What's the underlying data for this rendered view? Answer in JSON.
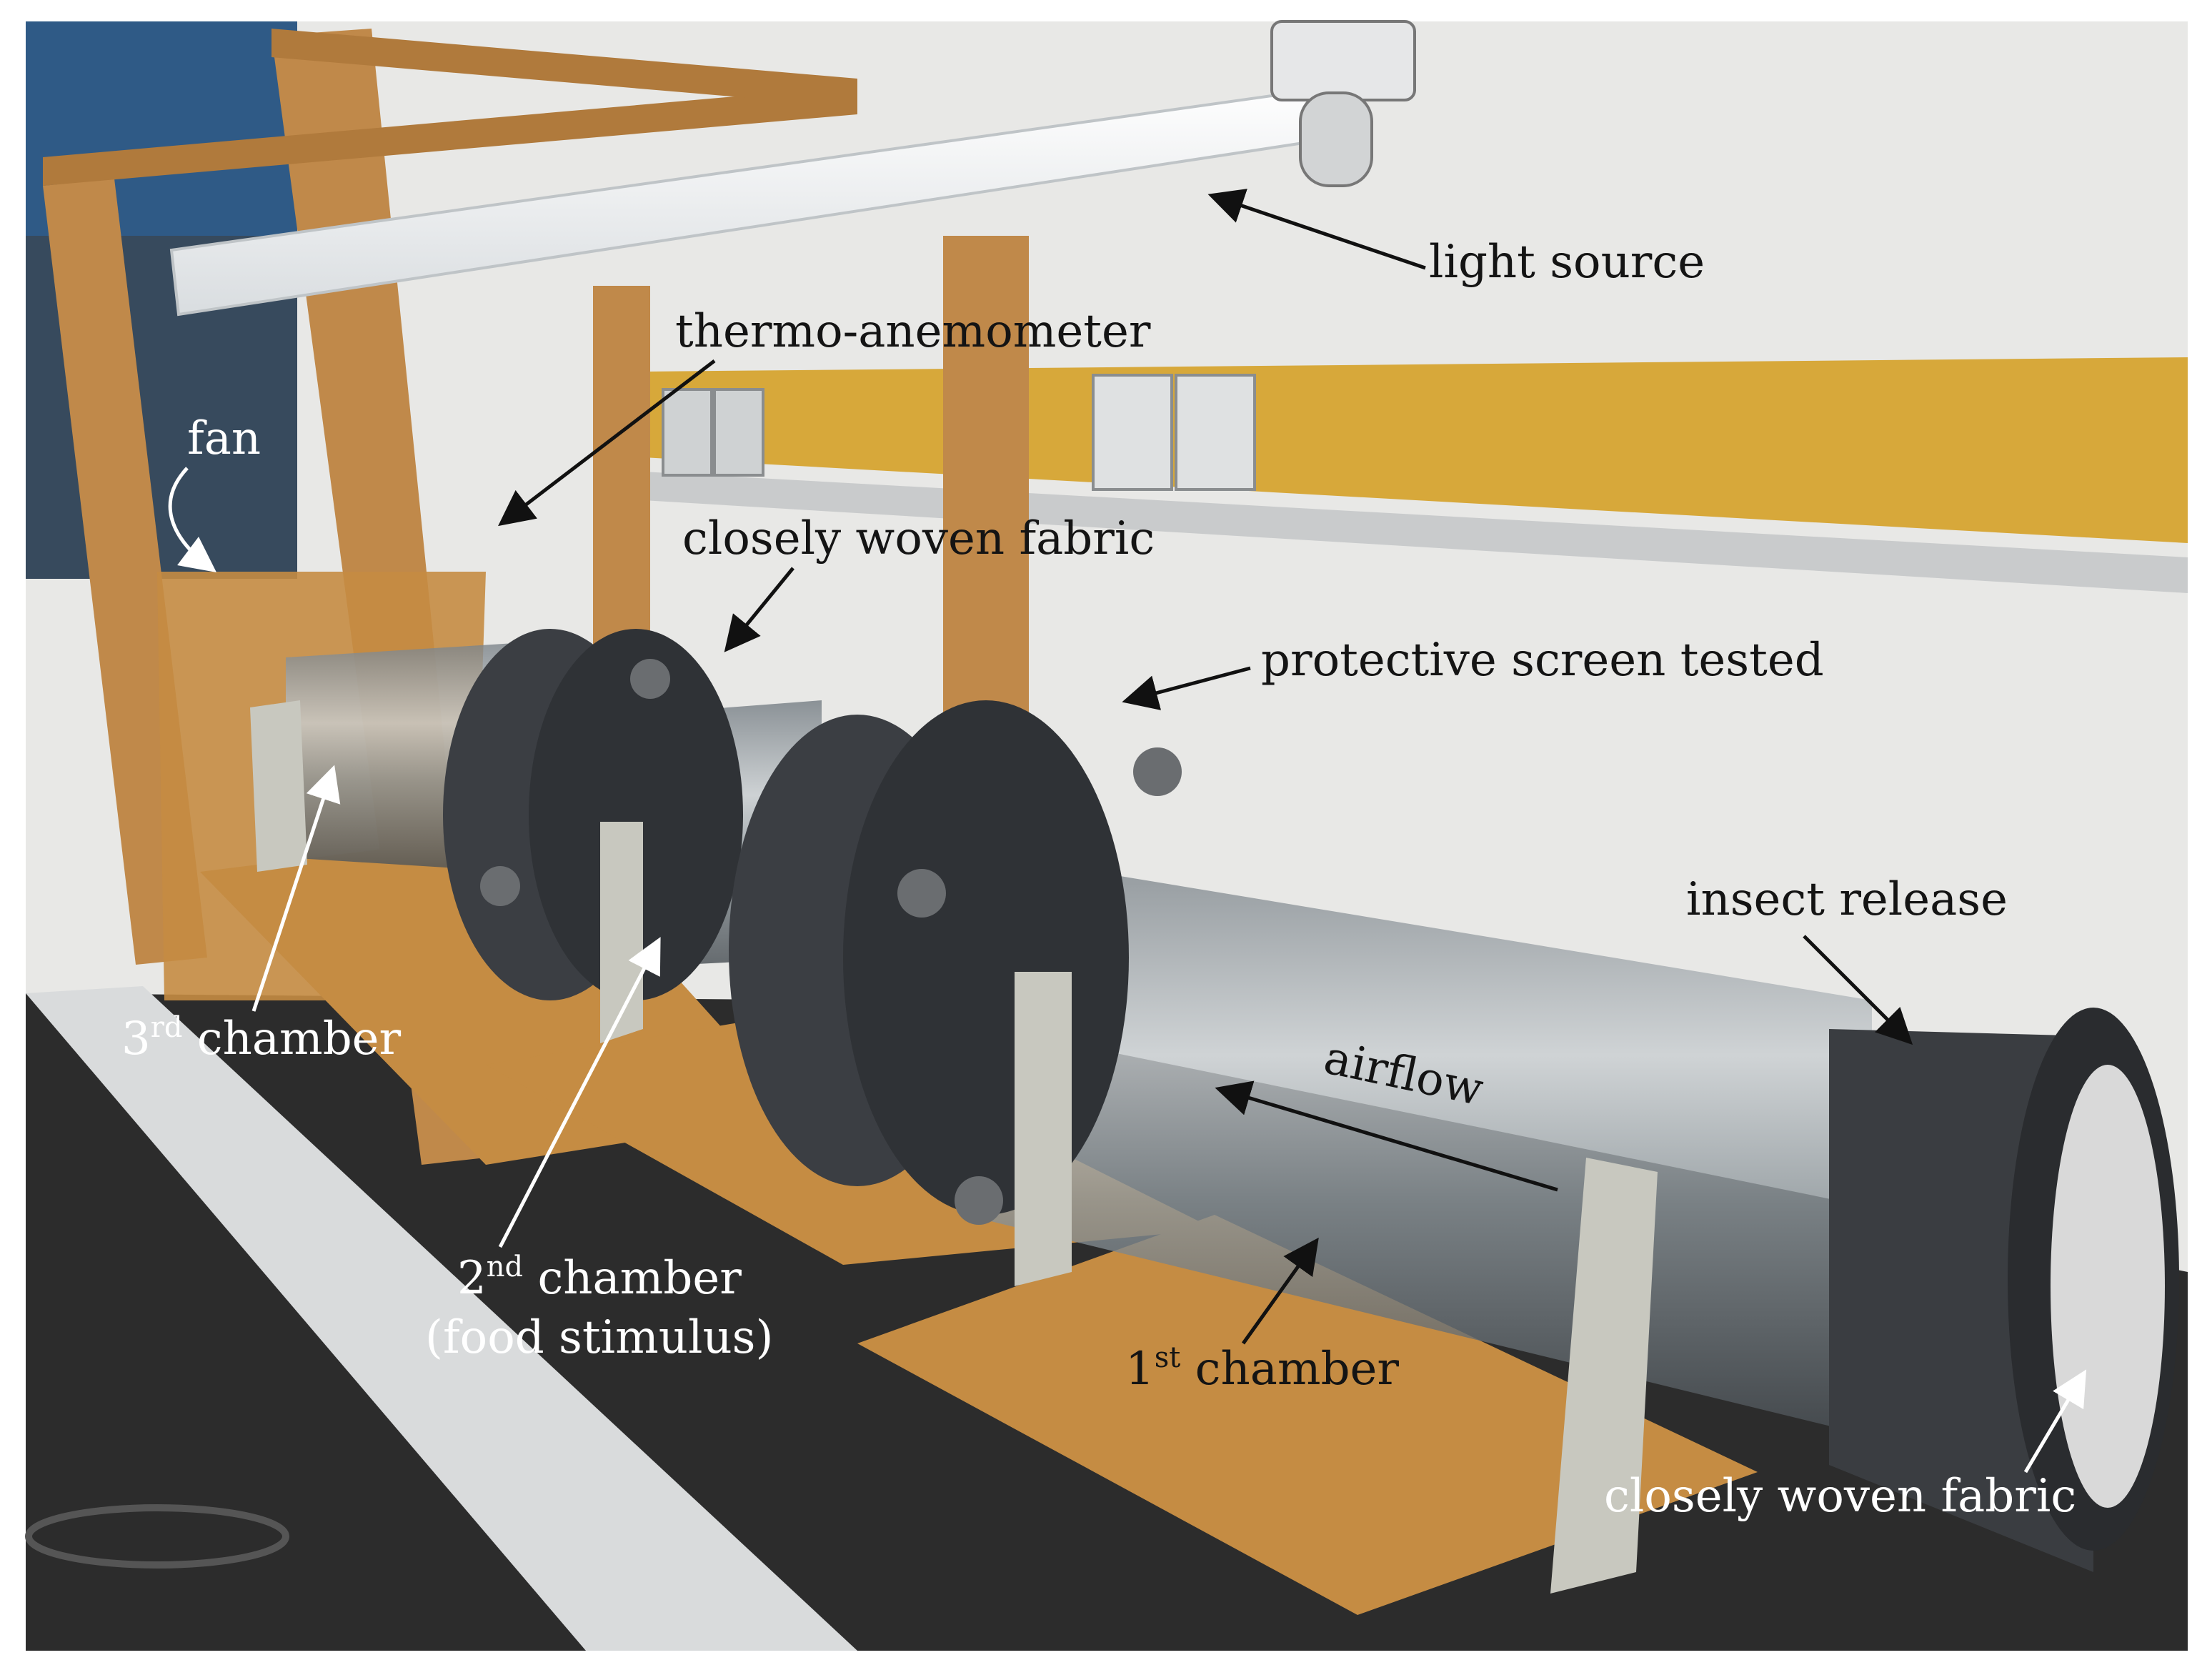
{
  "labels": {
    "light_source": "light source",
    "thermo_anemometer": "thermo-anemometer",
    "fan": "fan",
    "closely_woven_fabric_top": "closely woven fabric",
    "protective_screen": "protective screen tested",
    "insect_release": "insect release",
    "airflow": "airflow",
    "third_chamber": {
      "num": "3",
      "sup": "rd",
      "text": " chamber"
    },
    "second_chamber": {
      "num": "2",
      "sup": "nd",
      "text": " chamber",
      "line2": "(food stimulus)"
    },
    "first_chamber": {
      "num": "1",
      "sup": "st",
      "text": " chamber"
    },
    "closely_woven_fabric_bottom": "closely woven fabric"
  },
  "colors": {
    "wall": "#e8e8e6",
    "yellow_stripe": "#d7a83a",
    "wood": "#c0894a",
    "board": "#c58c43",
    "table": "#2c2c2c",
    "flange": "#3b3e43",
    "tube": "#8f979c"
  }
}
